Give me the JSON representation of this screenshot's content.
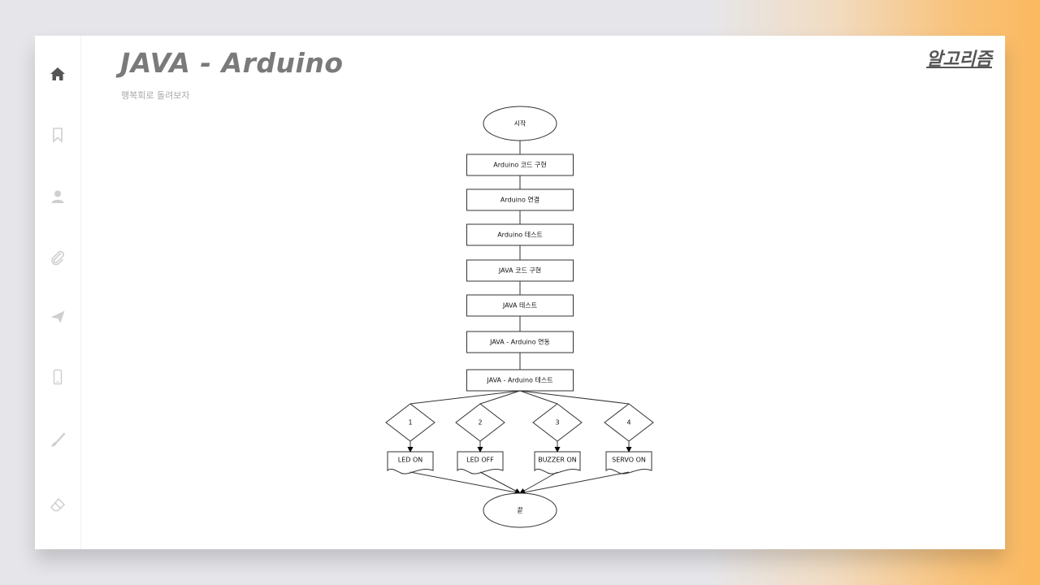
{
  "header": {
    "title": "JAVA - Arduino",
    "subtitle": "행복회로 돌려보자",
    "category": "알고리즘"
  },
  "sidebar": {
    "items": [
      {
        "icon": "home-icon",
        "active": true
      },
      {
        "icon": "bookmark-icon",
        "active": false
      },
      {
        "icon": "user-icon",
        "active": false
      },
      {
        "icon": "paperclip-icon",
        "active": false
      },
      {
        "icon": "send-icon",
        "active": false
      },
      {
        "icon": "mobile-icon",
        "active": false
      },
      {
        "icon": "brush-icon",
        "active": false
      },
      {
        "icon": "eraser-icon",
        "active": false
      }
    ]
  },
  "flowchart": {
    "start": "시작",
    "steps": [
      "Arduino 코드 구현",
      "Arduino 연결",
      "Arduino 테스트",
      "JAVA 코드 구현",
      "JAVA 테스트",
      "JAVA - Arduino 연동",
      "JAVA - Arduino 테스트"
    ],
    "branches": [
      {
        "decision": "1",
        "action": "LED ON"
      },
      {
        "decision": "2",
        "action": "LED OFF"
      },
      {
        "decision": "3",
        "action": "BUZZER ON"
      },
      {
        "decision": "4",
        "action": "SERVO ON"
      }
    ],
    "end": "끝"
  },
  "colors": {
    "icon_active": "#555555",
    "icon_inactive": "#cfcfcf",
    "title": "#7a7a7a",
    "stroke": "#333333"
  }
}
